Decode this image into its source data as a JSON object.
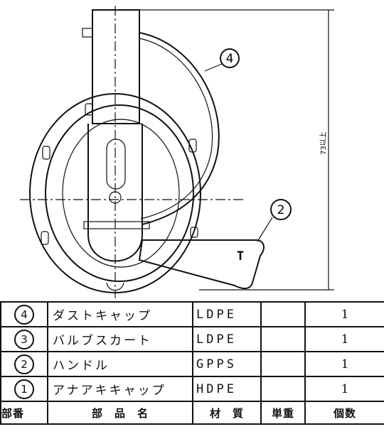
{
  "drawing": {
    "dimension_label": "73以上",
    "callouts": [
      "④",
      "②"
    ],
    "handle_mark": "T"
  },
  "table": {
    "headers": {
      "no": "部番",
      "name": "部　品　名",
      "material": "材　質",
      "weight": "単重",
      "qty": "個数"
    },
    "rows": [
      {
        "no": "4",
        "name": "ダストキャップ",
        "material": "LDPE",
        "weight": "",
        "qty": "1"
      },
      {
        "no": "3",
        "name": "バルブスカート",
        "material": "LDPE",
        "weight": "",
        "qty": "1"
      },
      {
        "no": "2",
        "name": "ハンドル",
        "material": "GPPS",
        "weight": "",
        "qty": "1"
      },
      {
        "no": "1",
        "name": "アナアキキャップ",
        "material": "HDPE",
        "weight": "",
        "qty": "1"
      }
    ]
  }
}
